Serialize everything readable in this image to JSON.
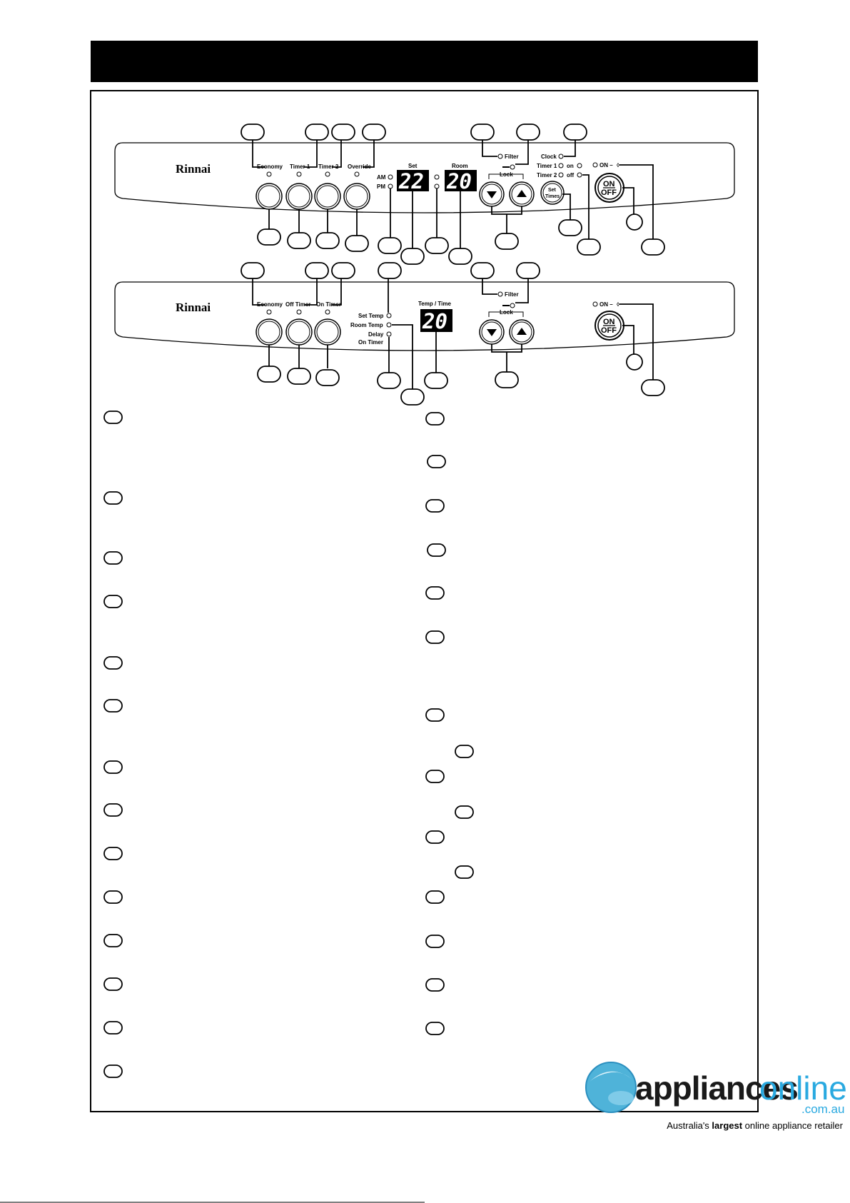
{
  "header_bar": {
    "text": ""
  },
  "panel_top": {
    "brand": "Rinnai",
    "labels": {
      "economy": "Economy",
      "timer1": "Timer 1",
      "timer2": "Timer 2",
      "override": "Override",
      "am": "AM",
      "pm": "PM",
      "set": "Set",
      "room": "Room",
      "filter": "Filter",
      "lock": "Lock",
      "clock": "Clock",
      "timer1_right": "Timer 1",
      "timer2_right": "Timer 2",
      "on_small": "on",
      "off_small": "off",
      "set_times_1": "Set",
      "set_times_2": "Times",
      "on_standby": "ON –",
      "on_btn": "ON",
      "off_btn": "OFF"
    },
    "display_set": "22",
    "display_room": "20"
  },
  "panel_bottom": {
    "brand": "Rinnai",
    "labels": {
      "economy": "Economy",
      "off_timer": "Off Timer",
      "on_timer": "On Timer",
      "set_temp": "Set Temp",
      "room_temp": "Room Temp",
      "delay": "Delay",
      "delay_on_timer": "On Timer",
      "temp_time": "Temp / Time",
      "filter": "Filter",
      "lock": "Lock",
      "on_standby": "ON –",
      "on_btn": "ON",
      "off_btn": "OFF"
    },
    "display": "20"
  },
  "footer_logo": {
    "brand": "appliances",
    "brand2": "online",
    "domain": ".com.au",
    "tagline_pre": "Australia's ",
    "tagline_bold": "largest",
    "tagline_post": " online appliance retailer"
  },
  "colors": {
    "header": "#000000",
    "logo_accent": "#29a9e0"
  }
}
